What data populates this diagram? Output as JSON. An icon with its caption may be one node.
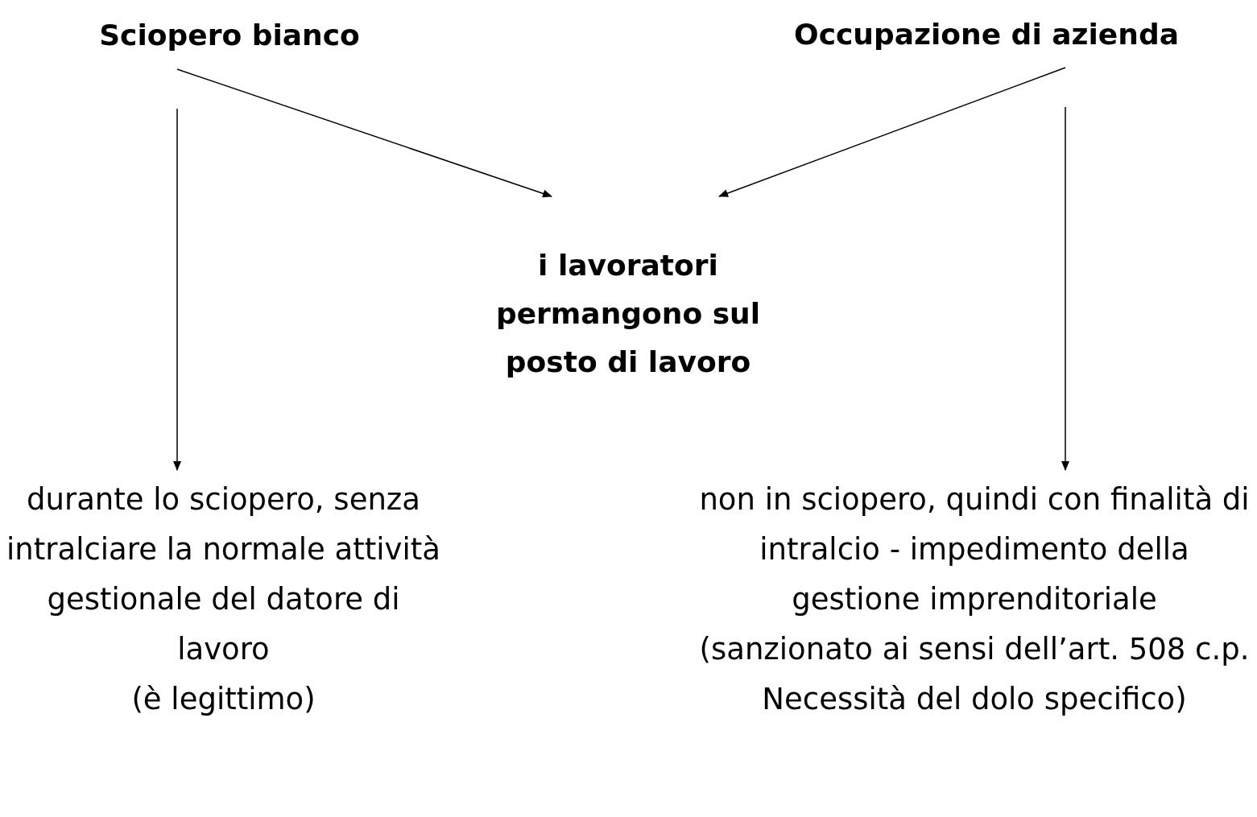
{
  "diagram": {
    "nodes": [
      {
        "text": [
          "Sciopero bianco"
        ]
      },
      {
        "text": [
          "Occupazione di azienda"
        ]
      },
      {
        "text": [
          "i lavoratori permangono sul posto di lavoro"
        ]
      },
      {
        "text": [
          "durante lo sciopero, senza intralciare la normale attività gestionale del datore di lavoro",
          "(è legittimo)"
        ]
      },
      {
        "text": [
          "non in sciopero, quindi con finalità di intralcio - impedimento della gestione imprenditoriale",
          "(sanzionato ai sensi dell’art. 508 c.p. Necessità del dolo specifico)"
        ]
      }
    ],
    "edges": [
      {
        "from": 0,
        "to": 2,
        "arrow": "to"
      },
      {
        "from": 1,
        "to": 2,
        "arrow": "to"
      },
      {
        "from": 0,
        "to": 3,
        "arrow": "to"
      },
      {
        "from": 1,
        "to": 4,
        "arrow": "to"
      }
    ]
  }
}
